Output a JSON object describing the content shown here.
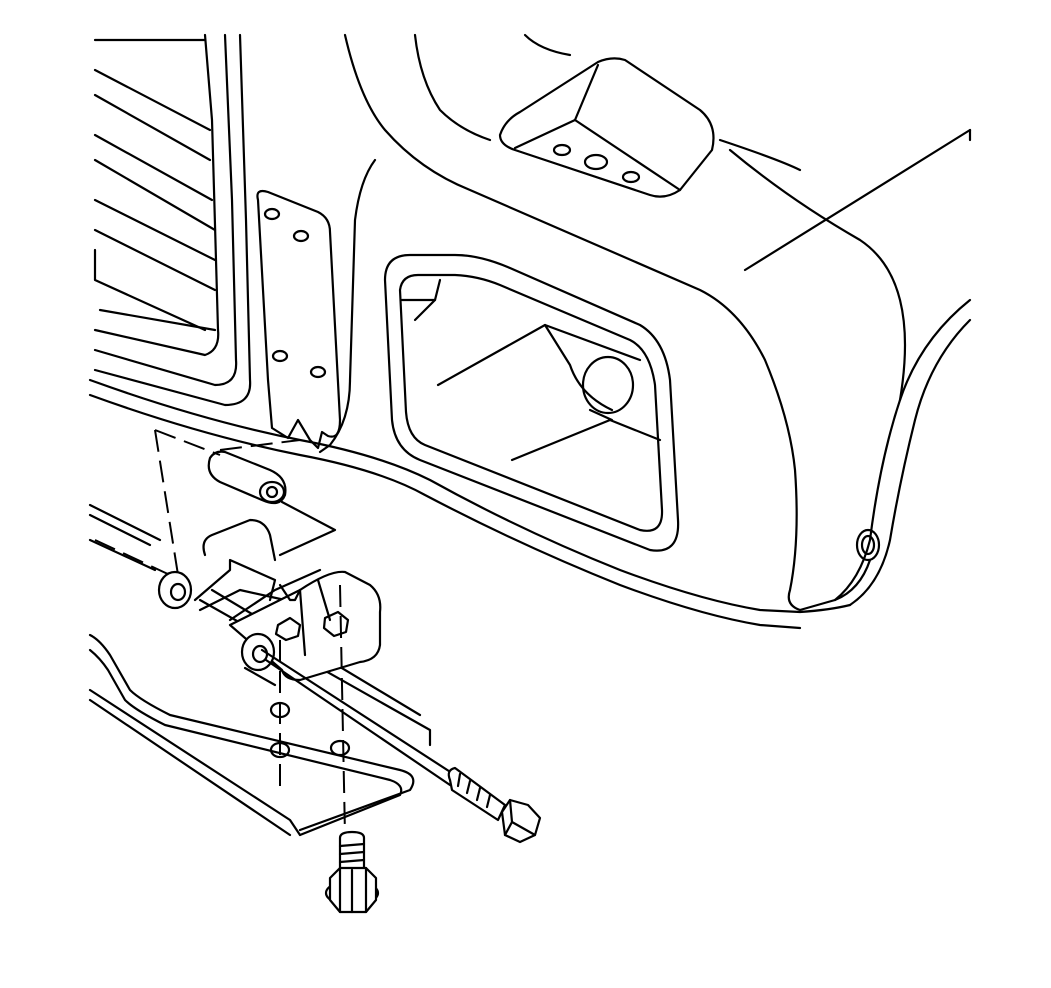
{
  "figure": {
    "type": "exploded-view line drawing",
    "line_color": "#000000",
    "background": "#ffffff",
    "parts": [
      "grille",
      "front-fascia",
      "fog-lamp-opening",
      "bracket-plate",
      "hinge-bracket",
      "reinforcement-channel",
      "horizontal-bolt",
      "vertical-bolt",
      "pivot-bushings"
    ],
    "labels": []
  }
}
